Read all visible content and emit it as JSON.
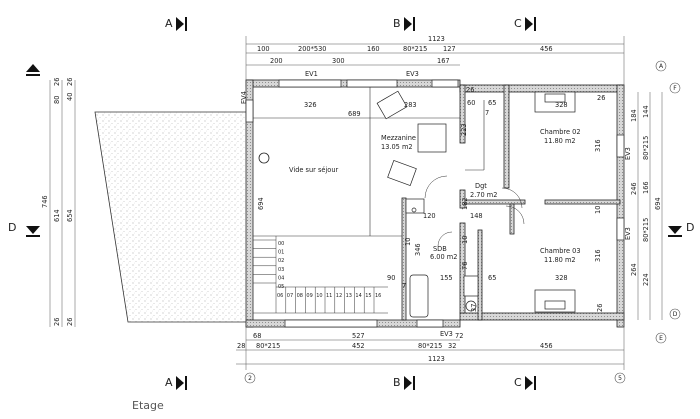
{
  "title": "Etage",
  "sections": {
    "A": "A",
    "B": "B",
    "C": "C",
    "D": "D"
  },
  "grid": {
    "left": "2",
    "right": "5",
    "A": "A",
    "F": "F",
    "E": "E",
    "D": "D"
  },
  "rooms": {
    "mezzanine_name": "Mezzanine",
    "mezzanine_area": "13.05 m2",
    "void": "Vide sur séjour",
    "chambre2_name": "Chambre 02",
    "chambre2_area": "11.80 m2",
    "dgt_name": "Dgt",
    "dgt_area": "2.70 m2",
    "sdb_name": "SDB",
    "sdb_area": "6.00 m2",
    "chambre3_name": "Chambre 03",
    "chambre3_area": "11.80 m2"
  },
  "windows": {
    "ev1a": "EV1",
    "ev3a": "EV3",
    "ev4": "EV4",
    "ev3b": "EV3",
    "ev3c": "EV3",
    "ev3d": "EV3"
  },
  "top_dims": {
    "total": "1123",
    "row1": [
      "100",
      "200*530",
      "160",
      "80*215",
      "127",
      "456"
    ],
    "row2": [
      "200",
      "300",
      "167"
    ]
  },
  "bottom_dims": {
    "row1": [
      "68",
      "527",
      "72"
    ],
    "row2": [
      "28",
      "80*215",
      "452",
      "80*215",
      "32",
      "456"
    ],
    "total": "1123"
  },
  "left_dims": {
    "col1": "746",
    "col2": [
      "26",
      "80",
      "614",
      "26"
    ],
    "col3": [
      "26",
      "40",
      "654",
      "26"
    ]
  },
  "right_dims": {
    "col1": "694",
    "col2": [
      "184",
      "246",
      "264"
    ],
    "col3": [
      "144",
      "80*215",
      "166",
      "80*215",
      "224"
    ]
  },
  "interior_dims": {
    "d326": "326",
    "d689": "689",
    "d283": "283",
    "d60": "60",
    "d65a": "65",
    "d328a": "328",
    "d26a": "26",
    "d26b": "26",
    "d7a": "7",
    "d223": "223",
    "d694": "694",
    "d316a": "316",
    "d10a": "10",
    "d182": "182",
    "d120": "120",
    "d148": "148",
    "d10b": "10",
    "d10c": "10",
    "d346": "346",
    "d316b": "316",
    "d328b": "328",
    "d90": "90",
    "d7b": "7",
    "d155": "155",
    "d65b": "65",
    "d76": "76",
    "d37": "37",
    "d26c": "26"
  },
  "stairs": [
    "00",
    "01",
    "02",
    "03",
    "04",
    "05",
    "06",
    "07",
    "08",
    "09",
    "10",
    "11",
    "12",
    "13",
    "14",
    "15",
    "16"
  ]
}
